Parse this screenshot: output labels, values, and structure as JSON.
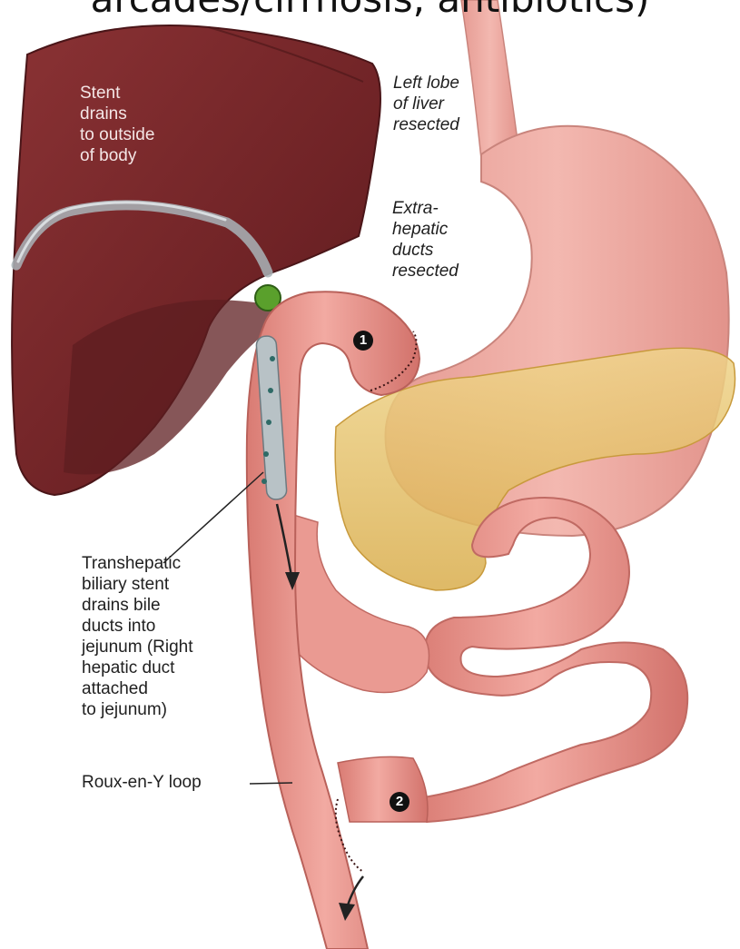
{
  "header": {
    "text": "arcades/cirrhosis, antibiotics)"
  },
  "labels": {
    "stent_drains": "Stent\ndrains\nto outside\nof body",
    "left_lobe": "Left lobe\nof liver\nresected",
    "extrahepatic": "Extra-\nhepatic\nducts\nresected",
    "transhepatic": "Transhepatic\nbiliary stent\ndrains bile\nducts into\njejunum (Right\nhepatic duct\nattached\nto jejunum)",
    "roux": "Roux-en-Y loop"
  },
  "markers": {
    "one": "1",
    "two": "2"
  },
  "colors": {
    "liver": "#7a2a2c",
    "liver_dark": "#5e1d20",
    "stomach": "#ecaaa2",
    "intestine": "#e89088",
    "pancreas": "#e6c46a",
    "stent": "#b8c2c6",
    "suture": "#3a1414",
    "green_stent_tip": "#5aa02c"
  }
}
